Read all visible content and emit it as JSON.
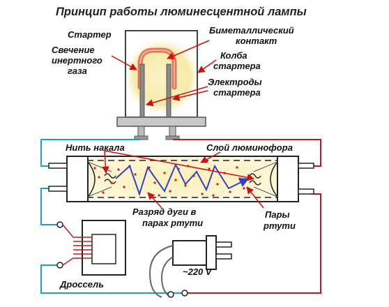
{
  "title": "Принцип работы люминесцентной лампы",
  "labels": {
    "starter": "Стартер",
    "glow_line1": "Свечение",
    "glow_line2": "инертного",
    "glow_line3": "газа",
    "bimetal_line1": "Биметаллический",
    "bimetal_line2": "контакт",
    "bulb_line1": "Колба",
    "bulb_line2": "стартера",
    "electrodes_line1": "Электроды",
    "electrodes_line2": "стартера",
    "filament": "Нить накала",
    "phosphor": "Слой люминофора",
    "arc_line1": "Разряд дуги в",
    "arc_line2": "парах ртути",
    "vapor_line1": "Пары",
    "vapor_line2": "ртути",
    "voltage": "~220 V",
    "choke": "Дроссель"
  },
  "colors": {
    "wire_left": "#1aa0c8",
    "wire_right": "#b02020",
    "pointer": "#d01010",
    "arc": "#3040c8",
    "glow": "#f5e9a8",
    "mercury": "#e01818",
    "bimetal": "#e07858"
  }
}
